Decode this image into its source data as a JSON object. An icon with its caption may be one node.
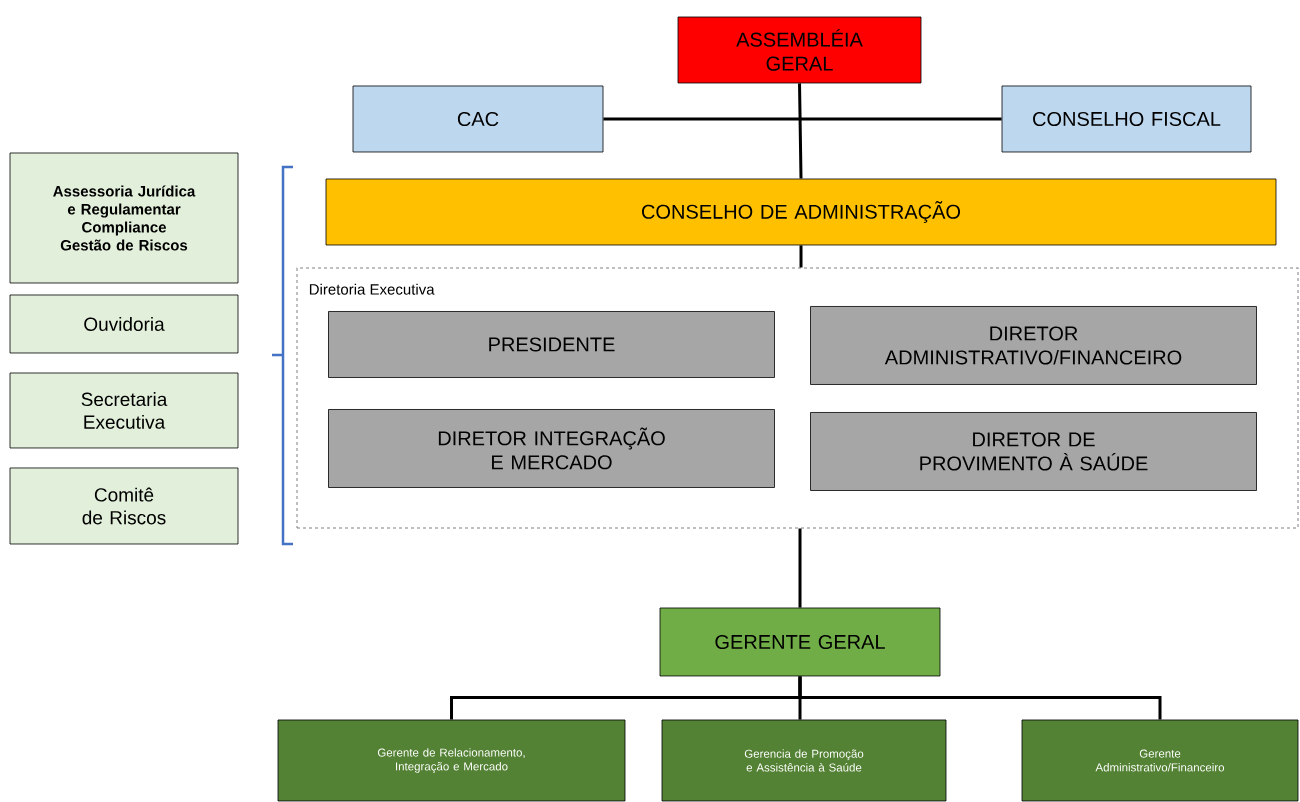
{
  "diagram": {
    "nodes": [
      {
        "text": [
          "ASSEMBLÉIA GERAL"
        ]
      },
      {
        "text": [
          "CAC"
        ]
      },
      {
        "text": [
          "CONSELHO FISCAL"
        ]
      },
      {
        "text": [
          "CONSELHO DE ADMINISTRAÇÃO"
        ]
      },
      {
        "text": [
          "Diretoria Executiva"
        ]
      },
      {
        "text": [
          "PRESIDENTE"
        ],
        "in": 4
      },
      {
        "text": [
          "DIRETOR ADMINISTRATIVO/FINANCEIRO"
        ],
        "in": 4
      },
      {
        "text": [
          "DIRETOR INTEGRAÇÃO E MERCADO"
        ],
        "in": 4
      },
      {
        "text": [
          "DIRETOR DE PROVIMENTO À SAÚDE"
        ],
        "in": 4
      },
      {
        "text": [
          "Assessoria Jurídica e Regulamentar Compliance Gestão de Riscos"
        ]
      },
      {
        "text": [
          "Ouvidoria"
        ]
      },
      {
        "text": [
          "Secretaria Executiva"
        ]
      },
      {
        "text": [
          "Comitê de Riscos"
        ]
      },
      {
        "text": [
          "GERENTE GERAL"
        ]
      },
      {
        "text": [
          "Gerente de Relacionamento, Integração e Mercado"
        ]
      },
      {
        "text": [
          "Gerencia de Promoção e Assistência à Saúde"
        ]
      },
      {
        "text": [
          "Gerente Administrativo/Financeiro"
        ]
      }
    ],
    "edges": [
      {
        "from": 0,
        "to": 1,
        "arrow": "none"
      },
      {
        "from": 0,
        "to": 2,
        "arrow": "none"
      },
      {
        "from": 0,
        "to": 3,
        "arrow": "none"
      },
      {
        "from": 3,
        "to": 4,
        "arrow": "none"
      },
      {
        "from": 4,
        "to": 13,
        "arrow": "none"
      },
      {
        "from": 13,
        "to": 14,
        "arrow": "none"
      },
      {
        "from": 13,
        "to": 15,
        "arrow": "none"
      },
      {
        "from": 13,
        "to": 16,
        "arrow": "none"
      }
    ]
  }
}
